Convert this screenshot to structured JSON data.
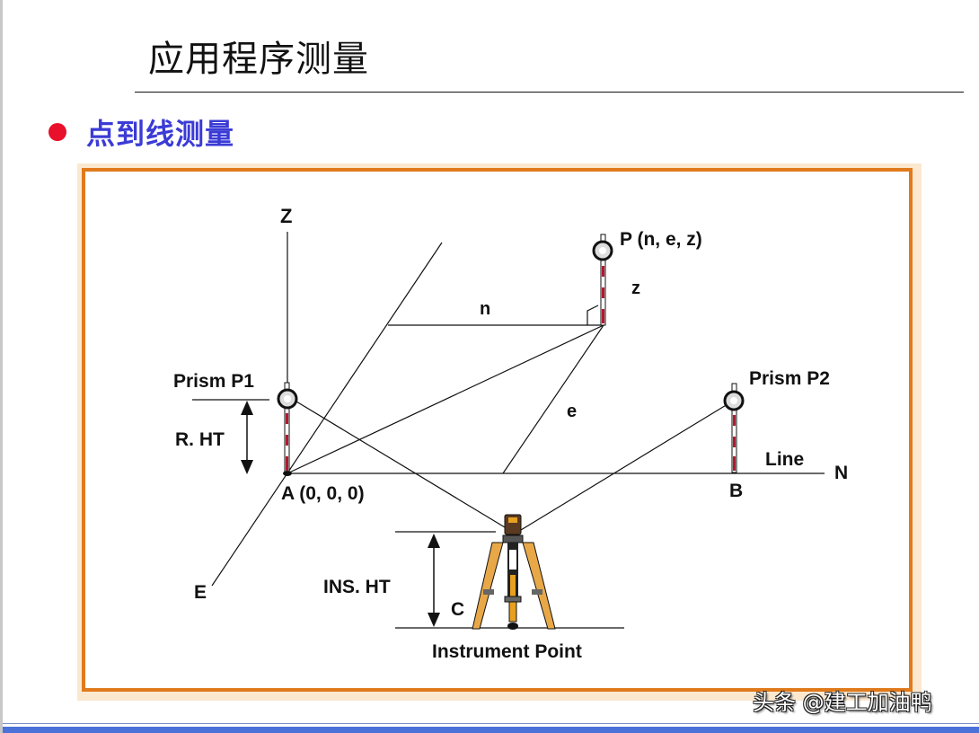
{
  "slide": {
    "title": "应用程序测量",
    "bullet": "点到线测量",
    "bullet_color": "#3b3bd6",
    "bullet_dot_color": "#e8102a",
    "frame_color": "#e07a1c",
    "footer_color": "#4a72d8"
  },
  "diagram": {
    "axis_z": "Z",
    "axis_n": "N",
    "axis_e": "E",
    "point_p": "P (n, e, z)",
    "dim_n": "n",
    "dim_e": "e",
    "dim_z": "z",
    "prism_p1": "Prism P1",
    "prism_p2": "Prism P2",
    "r_ht": "R. HT",
    "point_a": "A (0, 0, 0)",
    "point_b": "B",
    "line_label": "Line",
    "ins_ht": "INS. HT",
    "point_c": "C",
    "instrument_point": "Instrument Point"
  },
  "watermark": "头条 @建工加油鸭"
}
